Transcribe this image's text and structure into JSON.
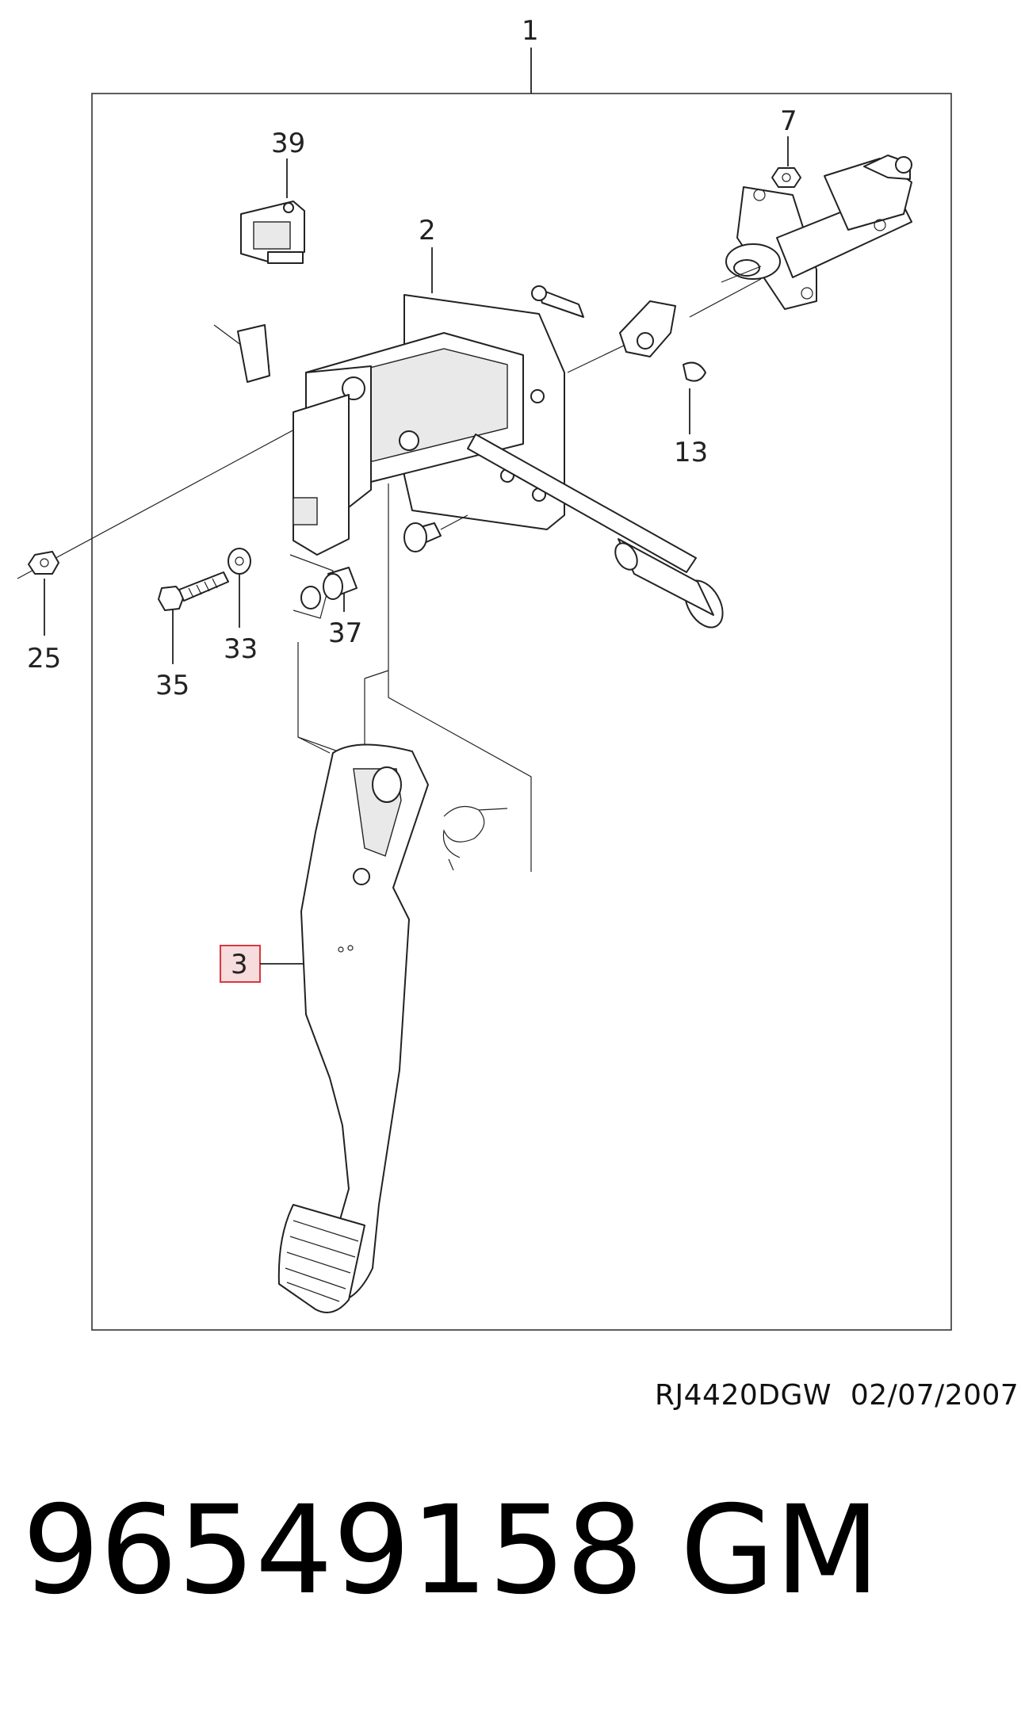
{
  "diagram": {
    "callouts": [
      "1",
      "2",
      "3",
      "7",
      "13",
      "25",
      "33",
      "35",
      "37",
      "39"
    ],
    "highlighted_callout": "3",
    "highlight_color": "#d9373f",
    "highlight_fill": "#f6dcdc"
  },
  "footer": {
    "ref_code": "RJ4420DGW  02/07/2007",
    "part_number": "96549158",
    "brand": "GM"
  }
}
